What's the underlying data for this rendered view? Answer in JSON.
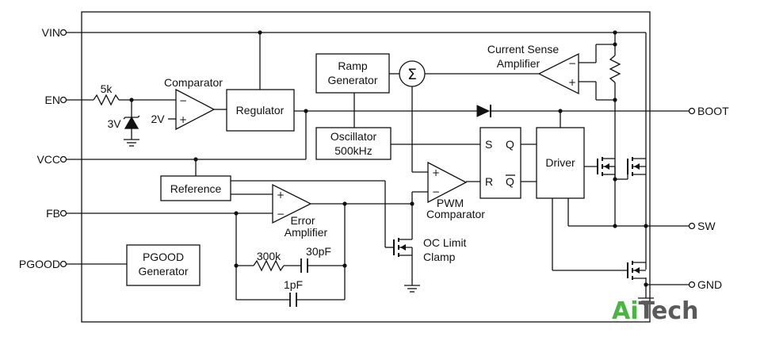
{
  "pins": {
    "vin": "VIN",
    "en": "EN",
    "vcc": "VCC",
    "fb": "FB",
    "pgood": "PGOOD",
    "boot": "BOOT",
    "sw": "SW",
    "gnd": "GND"
  },
  "blocks": {
    "regulator": "Regulator",
    "ramp_generator_line1": "Ramp",
    "ramp_generator_line2": "Generator",
    "oscillator_line1": "Oscillator",
    "oscillator_line2": "500kHz",
    "reference": "Reference",
    "pgood_generator_line1": "PGOOD",
    "pgood_generator_line2": "Generator",
    "driver": "Driver",
    "sr_s": "S",
    "sr_r": "R",
    "sr_q": "Q",
    "sr_qbar": "Q"
  },
  "labels": {
    "comparator": "Comparator",
    "current_sense_line1": "Current Sense",
    "current_sense_line2": "Amplifier",
    "error_amp_line1": "Error",
    "error_amp_line2": "Amplifier",
    "pwm_line1": "PWM",
    "pwm_line2": "Comparator",
    "oc_line1": "OC Limit",
    "oc_line2": "Clamp",
    "r_en": "5k",
    "zener": "3V",
    "vref": "2V",
    "r_comp": "300k",
    "c_comp": "30pF",
    "c_ff": "1pF",
    "plus": "+",
    "minus": "−",
    "sigma": "Σ"
  },
  "logo": {
    "part1": "Ai",
    "part2": "Tech"
  },
  "colors": {
    "logo_green": "#4bb543",
    "logo_gray": "#5a5a5a",
    "line": "#111111"
  }
}
